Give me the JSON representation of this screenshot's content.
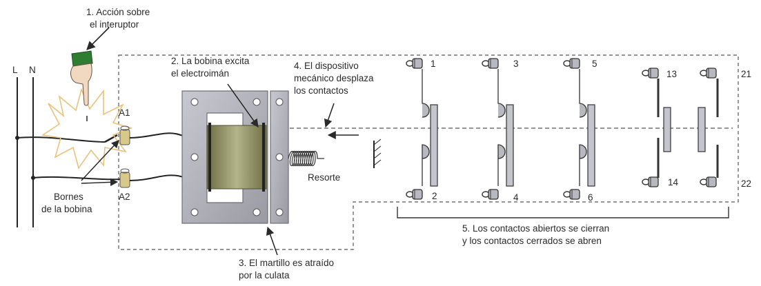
{
  "labels": {
    "step1_line1": "1. Acción sobre",
    "step1_line2": "el interuptor",
    "step2_line1": "2. La bobina excita",
    "step2_line2": "el electroimán",
    "step3_line1": "3. El martillo es atraído",
    "step3_line2": "por la culata",
    "step4_line1": "4. El dispositivo",
    "step4_line2": "mecánico desplaza",
    "step4_line3": "los contactos",
    "step5_line1": "5. Los contactos abiertos se cierran",
    "step5_line2": "y los contactos cerrados se abren",
    "bornes_line1": "Bornes",
    "bornes_line2": "de la bobina",
    "resorte": "Resorte"
  },
  "lines": {
    "l": "L",
    "n": "N"
  },
  "coil_terminals": {
    "a1": "A1",
    "a2": "A2"
  },
  "contacts": {
    "c1": "1",
    "c2": "2",
    "c3": "3",
    "c4": "4",
    "c5": "5",
    "c6": "6",
    "c13": "13",
    "c14": "14",
    "c21": "21",
    "c22": "22"
  },
  "colors": {
    "frame": "#a9a9b2",
    "coil": "#8a8a62",
    "hand_cuff": "#2e7d32",
    "spark": "#e8c27a",
    "line": "#2a2a2a"
  }
}
